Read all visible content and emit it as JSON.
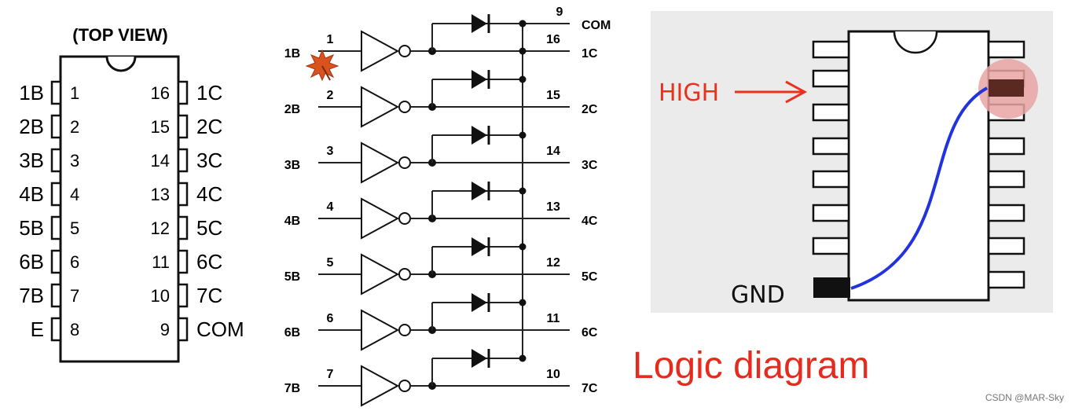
{
  "pinout": {
    "title": "(TOP VIEW)",
    "left_pins": [
      {
        "name": "1B",
        "num": "1"
      },
      {
        "name": "2B",
        "num": "2"
      },
      {
        "name": "3B",
        "num": "3"
      },
      {
        "name": "4B",
        "num": "4"
      },
      {
        "name": "5B",
        "num": "5"
      },
      {
        "name": "6B",
        "num": "6"
      },
      {
        "name": "7B",
        "num": "7"
      },
      {
        "name": "E",
        "num": "8"
      }
    ],
    "right_pins": [
      {
        "name": "1C",
        "num": "16"
      },
      {
        "name": "2C",
        "num": "15"
      },
      {
        "name": "3C",
        "num": "14"
      },
      {
        "name": "4C",
        "num": "13"
      },
      {
        "name": "5C",
        "num": "12"
      },
      {
        "name": "6C",
        "num": "11"
      },
      {
        "name": "7C",
        "num": "10"
      },
      {
        "name": "COM",
        "num": "9"
      }
    ]
  },
  "logic": {
    "channels": [
      {
        "in": "1B",
        "in_pin": "1",
        "out": "1C",
        "out_pin": "16"
      },
      {
        "in": "2B",
        "in_pin": "2",
        "out": "2C",
        "out_pin": "15"
      },
      {
        "in": "3B",
        "in_pin": "3",
        "out": "3C",
        "out_pin": "14"
      },
      {
        "in": "4B",
        "in_pin": "4",
        "out": "4C",
        "out_pin": "13"
      },
      {
        "in": "5B",
        "in_pin": "5",
        "out": "5C",
        "out_pin": "12"
      },
      {
        "in": "6B",
        "in_pin": "6",
        "out": "6C",
        "out_pin": "11"
      },
      {
        "in": "7B",
        "in_pin": "7",
        "out": "7C",
        "out_pin": "10"
      }
    ],
    "com_label": "COM",
    "com_pin": "9"
  },
  "chip_illustration": {
    "high_label": "HIGH",
    "gnd_label": "GND",
    "colors": {
      "arrow": "#e8321e",
      "wire": "#2233dd",
      "highlight": "#e9a4a4",
      "pad": "#5a2a22"
    }
  },
  "logic_title": "Logic diagram",
  "watermark": "CSDN @MAR-Sky"
}
